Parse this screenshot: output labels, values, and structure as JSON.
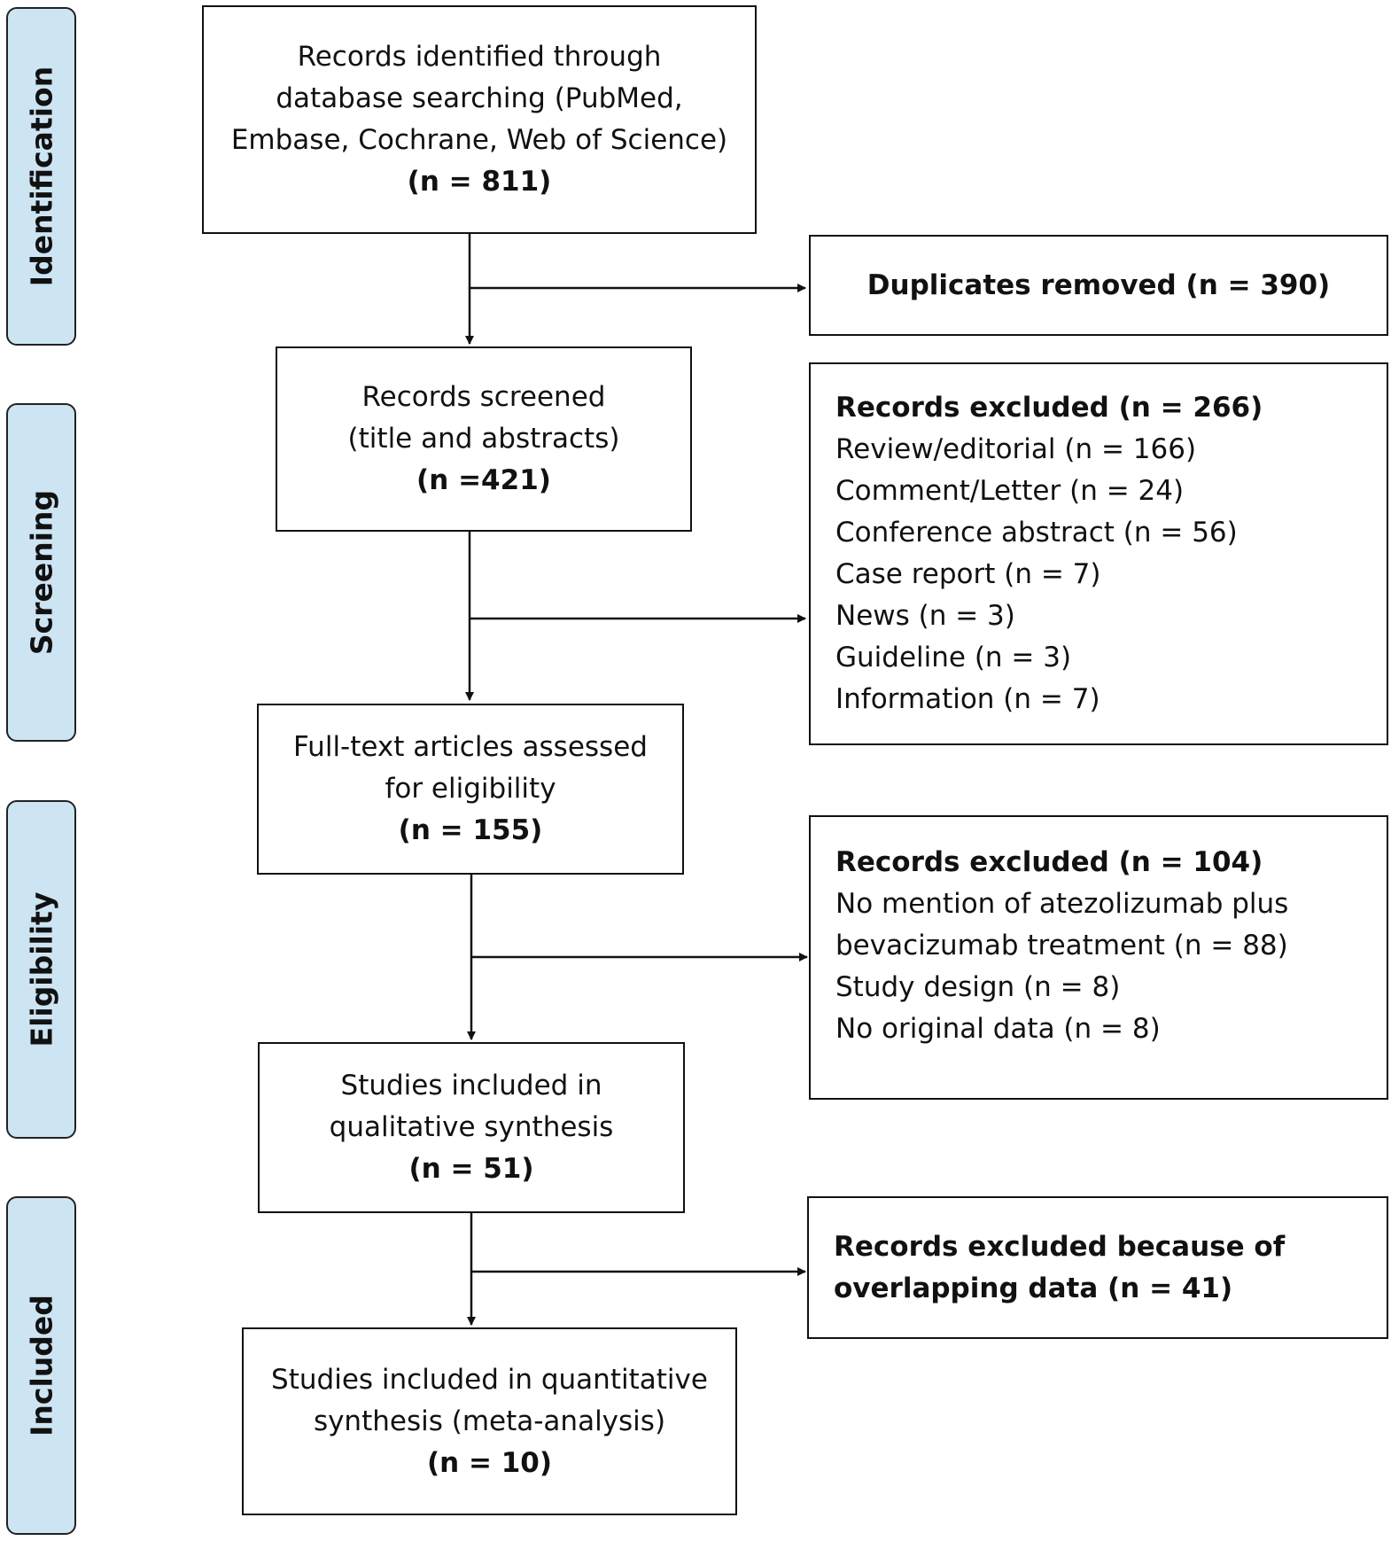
{
  "phases": {
    "identification": "Identification",
    "screening": "Screening",
    "eligibility": "Eligibility",
    "included": "Included"
  },
  "identified": {
    "lines": [
      "Records identified through",
      "database searching (PubMed,",
      "Embase, Cochrane, Web of Science)"
    ],
    "count": "(n = 811)"
  },
  "duplicates": {
    "text": "Duplicates removed (n = 390)"
  },
  "screened": {
    "lines": [
      "Records screened",
      "(title and abstracts)"
    ],
    "count": "(n =421)"
  },
  "screen_excluded": {
    "title": "Records excluded (n =  266)",
    "items": [
      "Review/editorial (n = 166)",
      "Comment/Letter (n = 24)",
      "Conference abstract (n = 56)",
      "Case report (n = 7)",
      "News (n = 3)",
      "Guideline (n = 3)",
      "Information (n = 7)"
    ]
  },
  "fulltext": {
    "lines": [
      "Full-text articles assessed",
      "for eligibility"
    ],
    "count": "(n = 155)"
  },
  "fulltext_excluded": {
    "title": "Records excluded (n = 104)",
    "items": [
      "No mention of atezolizumab plus",
      "bevacizumab treatment (n = 88)",
      "Study design (n = 8)",
      "No original data (n = 8)"
    ]
  },
  "qualitative": {
    "lines": [
      "Studies included in",
      "qualitative synthesis"
    ],
    "count": "(n = 51)"
  },
  "overlap_excluded": {
    "lines": [
      "Records excluded because of",
      "overlapping data (n = 41)"
    ]
  },
  "quantitative": {
    "lines": [
      "Studies included in quantitative",
      "synthesis (meta-analysis)"
    ],
    "count": "(n = 10)"
  }
}
